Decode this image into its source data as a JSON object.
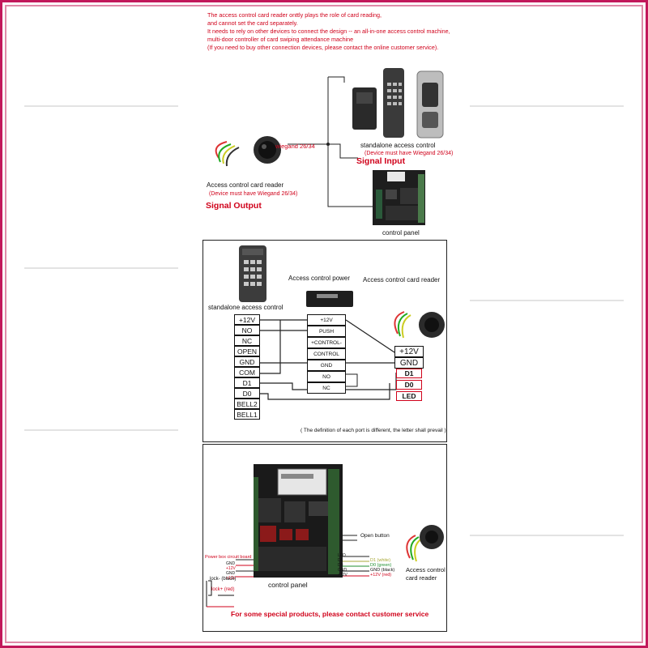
{
  "top": {
    "note_lines": [
      "The access control card  reader onttly plays the role of card reading,",
      " and cannot set the card separately.",
      "It needs to rely on other devices  to connect the design -- an all-in-one access control machine,",
      "multi-door controller of card swiping attendance machine",
      "(If you need to buy other connection devices, please contact the online customer service)."
    ],
    "wiegand_label": "wiegand 26/34",
    "standalone_label": "standalone access control",
    "standalone_sub": "(Device must have Wiegand 26/34)",
    "signal_input": "Signal Input",
    "reader_label": "Access control card reader",
    "reader_sub": "(Device must have Wiegand 26/34)",
    "signal_output": "Signal Output",
    "panel_label": "control panel"
  },
  "middle": {
    "power_label": "Access control power",
    "reader_label": "Access control card reader",
    "standalone_label": "standalone access control",
    "standalone_terminals": [
      "+12V",
      "NO",
      "NC",
      "OPEN",
      "GND",
      "COM",
      "D1",
      "D0",
      "BELL2",
      "BELL1"
    ],
    "power_terminals": [
      "+12V",
      "PUSH",
      "+CONTROL-",
      "CONTROL",
      "GND",
      "NO",
      "NC"
    ],
    "reader_terminals": [
      "+12V",
      "GND",
      "D1",
      "D0",
      "LED"
    ],
    "footnote": "( The definition of each port is different, the letter shall prevail )"
  },
  "bottom": {
    "power_box_label": "Power box circuit board",
    "power_box_pins": [
      "GND",
      "+12V",
      "GND",
      "+12V"
    ],
    "lock_black": "lock- (black)",
    "lock_red": "lock+ (red)",
    "open_button": "Open button",
    "panel_pins": [
      "LED",
      "D1",
      "D0",
      "GND",
      "+12V"
    ],
    "reader_wires": [
      {
        "label": "D1 (white)",
        "color": "#a8a838"
      },
      {
        "label": "D0 (green)",
        "color": "#1f8f2f"
      },
      {
        "label": "GND (black)",
        "color": "#111111"
      },
      {
        "label": "+12V  (red)",
        "color": "#d0021b"
      }
    ],
    "reader_label": "Access control card reader",
    "panel_label": "control panel",
    "footer": "For some special products, please contact customer service"
  }
}
